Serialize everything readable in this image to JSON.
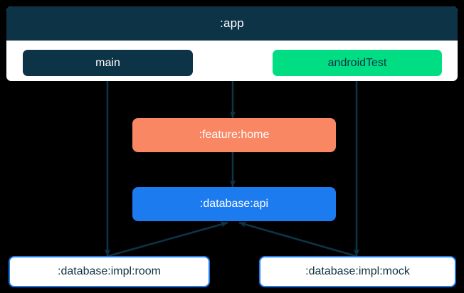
{
  "diagram": {
    "type": "module-dependency-graph",
    "background_color": "#000000",
    "app": {
      "title": ":app",
      "header_color": "#0d3346",
      "body_color": "#ffffff",
      "source_sets": [
        {
          "label": "main",
          "color": "#0d3346",
          "text_color": "#ffffff"
        },
        {
          "label": "androidTest",
          "color": "#00dd82",
          "text_color": "#0d3346"
        }
      ]
    },
    "nodes": [
      {
        "id": "feature-home",
        "label": ":feature:home",
        "color": "#fa8764",
        "text_color": "#ffffff"
      },
      {
        "id": "database-api",
        "label": ":database:api",
        "color": "#1d7bf0",
        "text_color": "#ffffff"
      },
      {
        "id": "database-impl-room",
        "label": ":database:impl:room",
        "color": "#ffffff",
        "border_color": "#1d7bf0",
        "text_color": "#0d3346"
      },
      {
        "id": "database-impl-mock",
        "label": ":database:impl:mock",
        "color": "#ffffff",
        "border_color": "#1d7bf0",
        "text_color": "#0d3346"
      }
    ],
    "edges": [
      {
        "from": "app",
        "to": "feature-home"
      },
      {
        "from": "feature-home",
        "to": "database-api"
      },
      {
        "from": "main",
        "to": "database-impl-room"
      },
      {
        "from": "androidTest",
        "to": "database-impl-mock"
      },
      {
        "from": "database-impl-room",
        "to": "database-api"
      },
      {
        "from": "database-impl-mock",
        "to": "database-api"
      }
    ],
    "edge_color": "#0d3346"
  }
}
